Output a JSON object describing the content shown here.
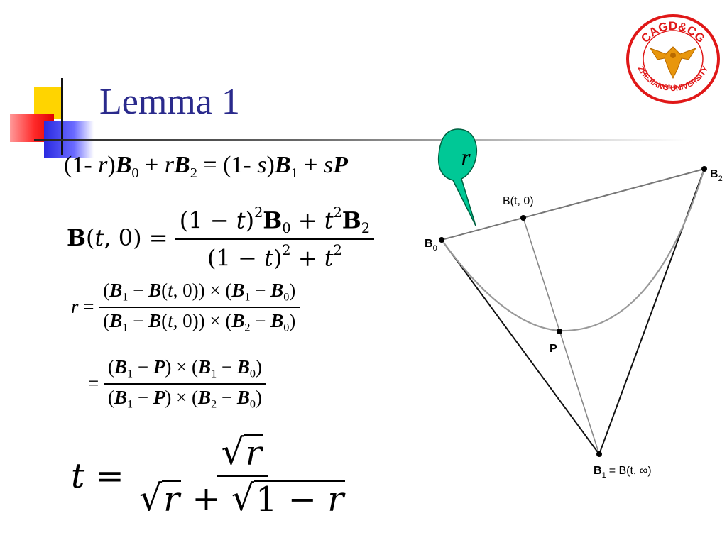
{
  "slide": {
    "title": "Lemma 1"
  },
  "callout": {
    "label": "r"
  },
  "logo": {
    "top_text": "CAGD&CG",
    "year": "1897",
    "bottom_text": "ZHEJIANG UNIVERSITY"
  },
  "diagram": {
    "labels": {
      "b2": "B",
      "b2_sub": "2",
      "b0": "B",
      "b0_sub": "0",
      "bt0": "B(t, 0)",
      "p": "P",
      "b1": "B",
      "b1_sub": "1",
      "b1_rest": "= B(t, ∞)"
    }
  },
  "colors": {
    "title": "#2a2a8c",
    "callout_fill": "#00c896",
    "accent_yellow": "#ffd400",
    "accent_red": "#ff2a2a",
    "accent_blue": "#2a2ae0"
  }
}
